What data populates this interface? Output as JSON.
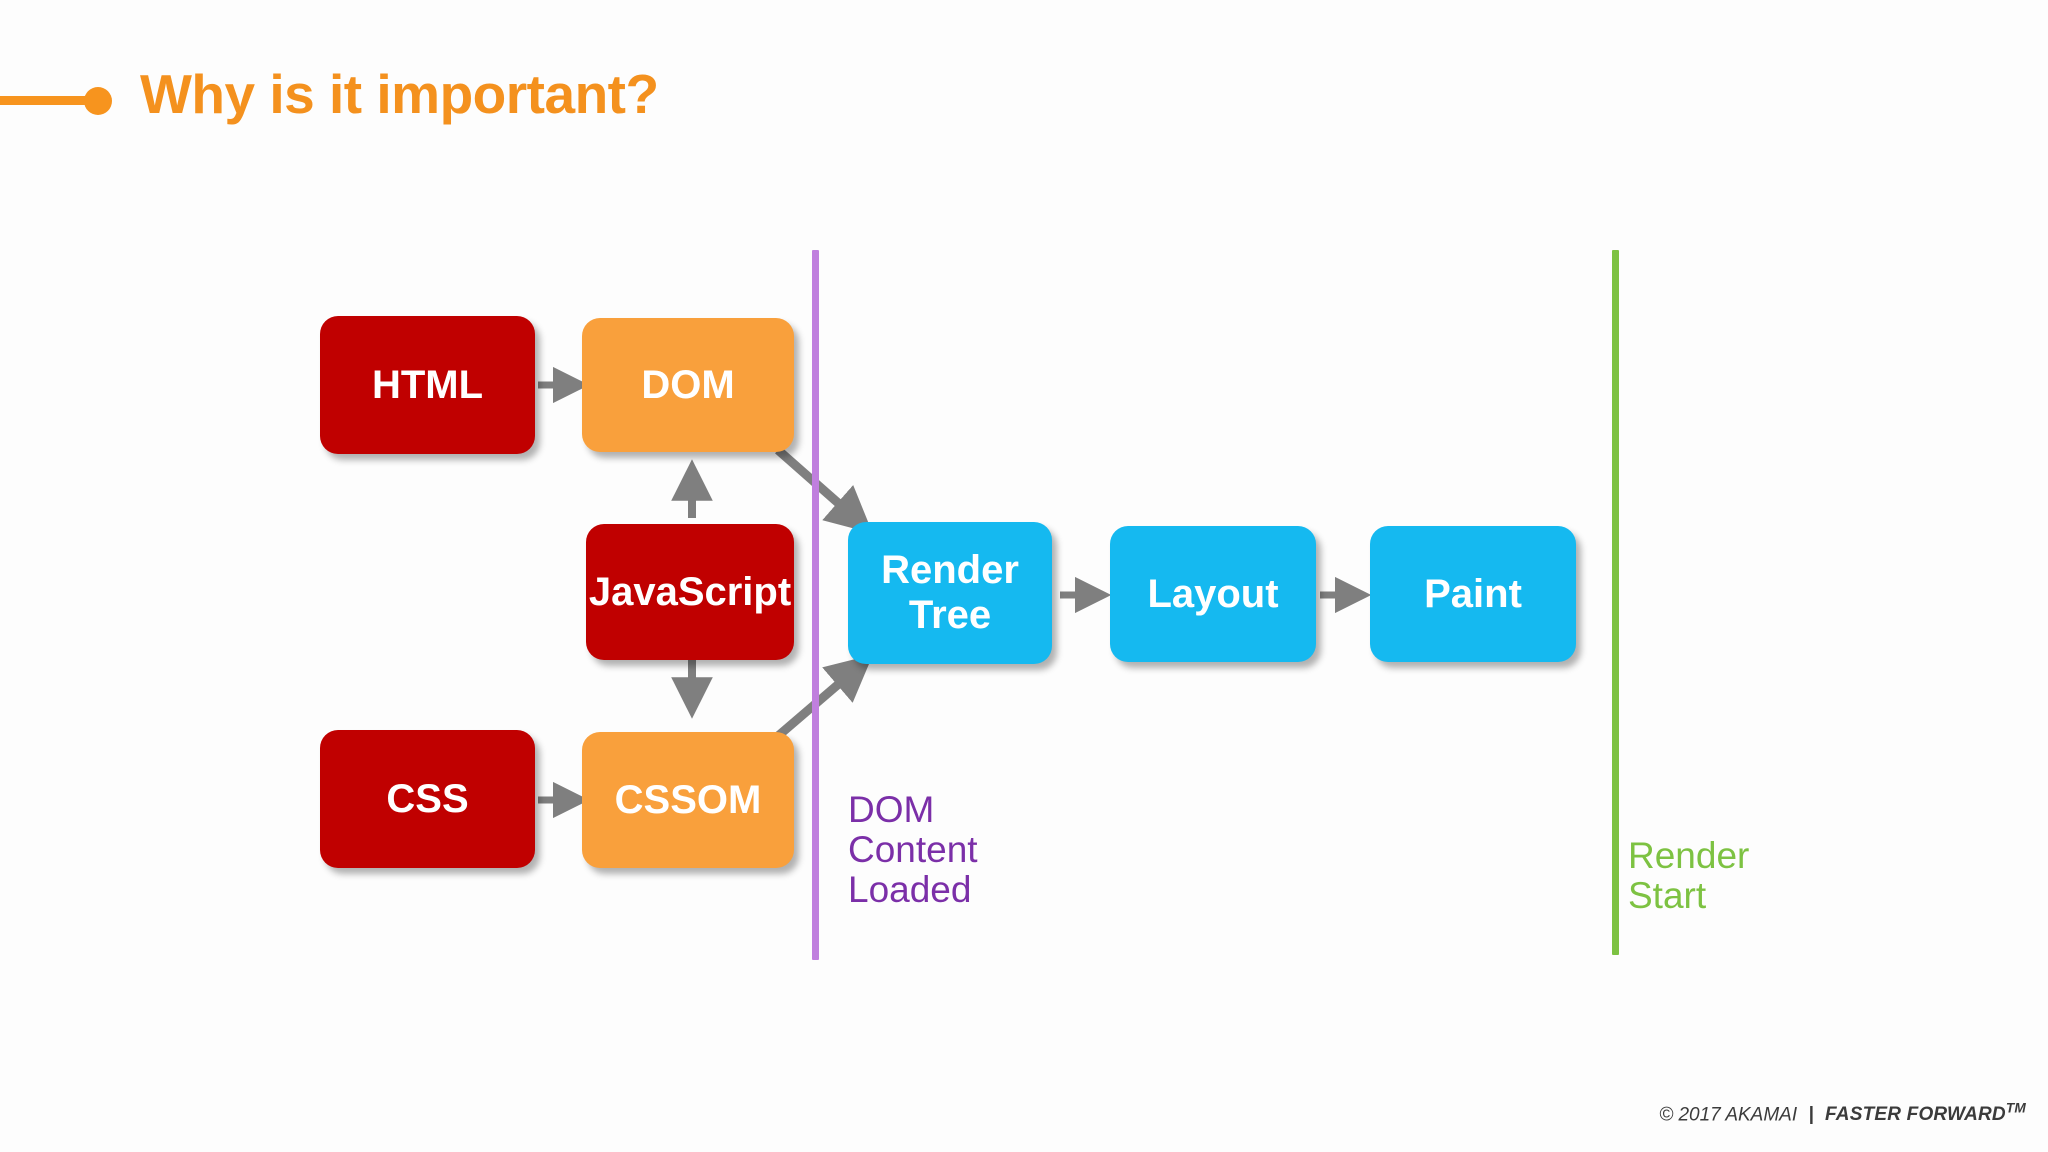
{
  "slide": {
    "title": "Why is it important?",
    "title_color": "#F4911E",
    "decoration": "bullet-line-dot"
  },
  "diagram": {
    "type": "flow-diagram",
    "nodes": [
      {
        "id": "html",
        "label": "HTML",
        "color": "#C00000",
        "column": "source",
        "row": "top"
      },
      {
        "id": "dom",
        "label": "DOM",
        "color": "#F9A03C",
        "column": "model",
        "row": "top"
      },
      {
        "id": "javascript",
        "label": "JavaScript",
        "color": "#C00000",
        "column": "model",
        "row": "middle"
      },
      {
        "id": "css",
        "label": "CSS",
        "color": "#C00000",
        "column": "source",
        "row": "bottom"
      },
      {
        "id": "cssom",
        "label": "CSSOM",
        "color": "#F9A03C",
        "column": "model",
        "row": "bottom"
      },
      {
        "id": "rendertree",
        "label": "Render\nTree",
        "color": "#15B9F0",
        "column": "render",
        "row": "middle"
      },
      {
        "id": "layout",
        "label": "Layout",
        "color": "#15B9F0",
        "column": "render2",
        "row": "middle"
      },
      {
        "id": "paint",
        "label": "Paint",
        "color": "#15B9F0",
        "column": "render3",
        "row": "middle"
      }
    ],
    "edges": [
      {
        "from": "html",
        "to": "dom",
        "style": "horizontal"
      },
      {
        "from": "css",
        "to": "cssom",
        "style": "horizontal"
      },
      {
        "from": "javascript",
        "to": "dom",
        "style": "vertical-up"
      },
      {
        "from": "javascript",
        "to": "cssom",
        "style": "vertical-down"
      },
      {
        "from": "dom",
        "to": "rendertree",
        "style": "diagonal-down"
      },
      {
        "from": "cssom",
        "to": "rendertree",
        "style": "diagonal-up"
      },
      {
        "from": "rendertree",
        "to": "layout",
        "style": "horizontal"
      },
      {
        "from": "layout",
        "to": "paint",
        "style": "horizontal"
      }
    ],
    "arrow_color": "#7F7F7F",
    "milestones": [
      {
        "id": "dcl",
        "label": "DOM\nContent\nLoaded",
        "line_color": "#C07FDE",
        "text_color": "#7B2FA8"
      },
      {
        "id": "render",
        "label": "Render\nStart",
        "line_color": "#7DC242",
        "text_color": "#7DC242"
      }
    ]
  },
  "footer": {
    "copyright": "© 2017 AKAMAI",
    "separator": "|",
    "tagline": "FASTER FORWARD",
    "trademark": "TM"
  }
}
